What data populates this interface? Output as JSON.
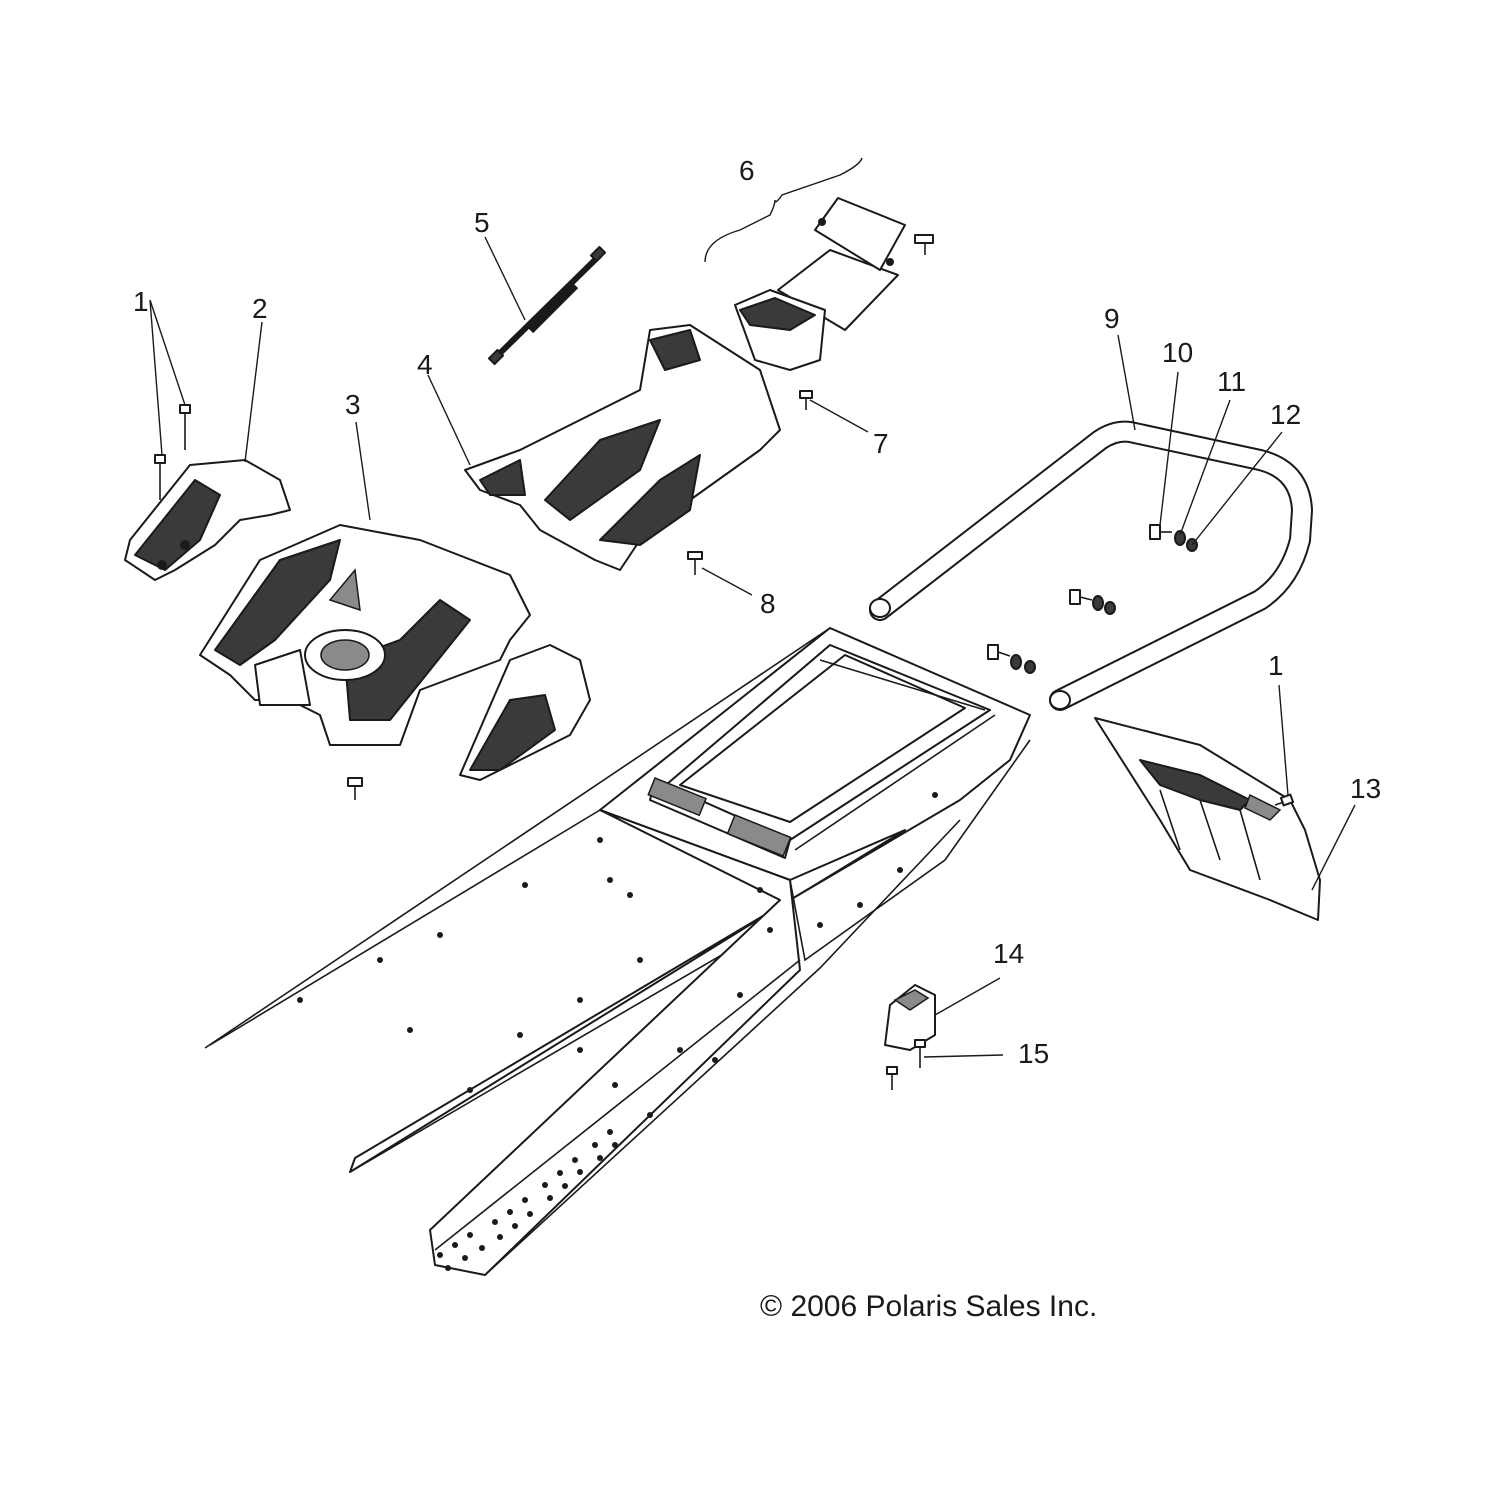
{
  "diagram": {
    "callouts": [
      {
        "id": "c1a",
        "label": "1"
      },
      {
        "id": "c2",
        "label": "2"
      },
      {
        "id": "c3",
        "label": "3"
      },
      {
        "id": "c4",
        "label": "4"
      },
      {
        "id": "c5",
        "label": "5"
      },
      {
        "id": "c6",
        "label": "6"
      },
      {
        "id": "c7",
        "label": "7"
      },
      {
        "id": "c8",
        "label": "8"
      },
      {
        "id": "c9",
        "label": "9"
      },
      {
        "id": "c10",
        "label": "10"
      },
      {
        "id": "c11",
        "label": "11"
      },
      {
        "id": "c12",
        "label": "12"
      },
      {
        "id": "c1b",
        "label": "1"
      },
      {
        "id": "c13",
        "label": "13"
      },
      {
        "id": "c14",
        "label": "14"
      },
      {
        "id": "c15",
        "label": "15"
      }
    ],
    "copyright": "© 2006 Polaris Sales Inc."
  }
}
